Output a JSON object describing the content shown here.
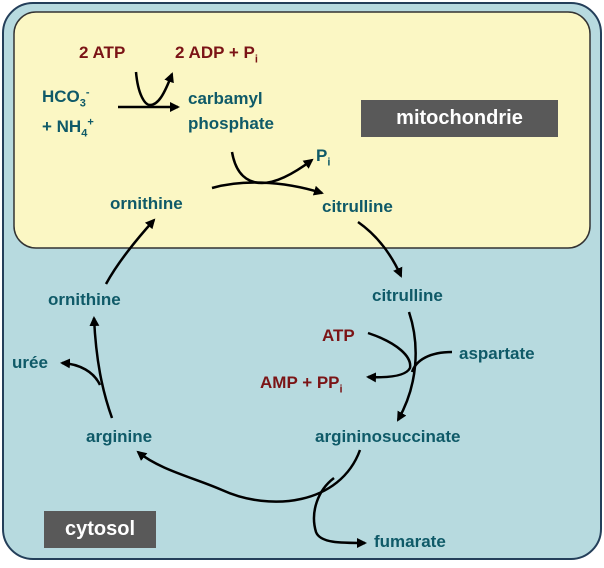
{
  "compartments": {
    "mitochondrie": "mitochondrie",
    "cytosol": "cytosol"
  },
  "colors": {
    "cytosol_fill": "#b7dadf",
    "mitochondria_fill": "#fbf7c4",
    "metabolite_text": "#0f5a68",
    "cofactor_text": "#7b1416",
    "arrow": "#000000",
    "badge": "#595959"
  },
  "labels": {
    "atp_top": "2 ATP",
    "adp_top_main": "2 ADP + P",
    "adp_top_sub": "i",
    "hco3_main": "HCO",
    "hco3_sub": "3",
    "hco3_sup": "-",
    "nh4_main": "+ NH",
    "nh4_sub": "4",
    "nh4_sup": "+",
    "carbamyl_line1": "carbamyl",
    "carbamyl_line2": "phosphate",
    "pi_main": "P",
    "pi_sub": "i",
    "ornithine_mito": "ornithine",
    "citrulline_mito": "citrulline",
    "citrulline_cyto": "citrulline",
    "atp_cyto": "ATP",
    "aspartate": "aspartate",
    "amp_main": "AMP + PP",
    "amp_sub": "i",
    "argininosuccinate": "argininosuccinate",
    "fumarate": "fumarate",
    "arginine": "arginine",
    "uree": "urée",
    "ornithine_cyto": "ornithine"
  }
}
